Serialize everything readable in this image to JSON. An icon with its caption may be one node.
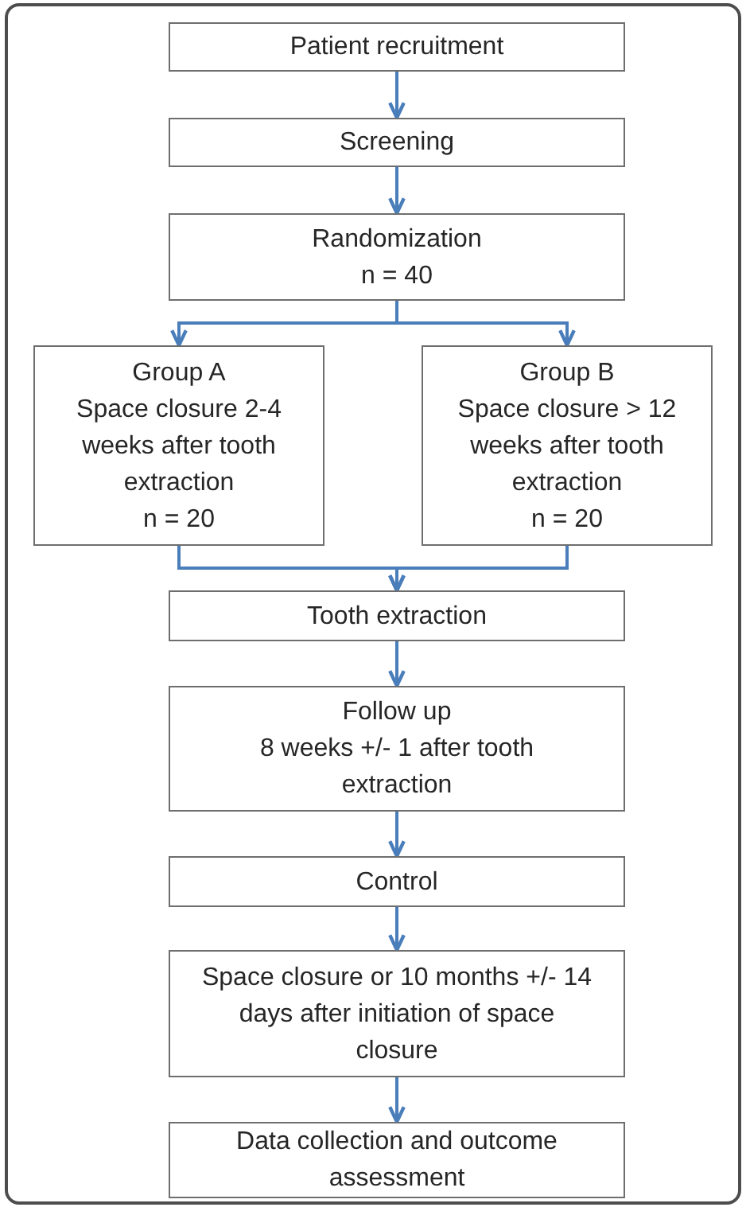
{
  "diagram": {
    "nodes": [
      {
        "text": [
          "Patient recruitment"
        ]
      },
      {
        "text": [
          "Screening"
        ]
      },
      {
        "text": [
          "Randomization",
          "n = 40"
        ]
      },
      {
        "text": [
          "Group A",
          "Space closure 2-4 weeks after tooth extraction",
          "n = 20"
        ]
      },
      {
        "text": [
          "Group B",
          "Space closure > 12 weeks after tooth extraction",
          "n = 20"
        ]
      },
      {
        "text": [
          "Tooth extraction"
        ]
      },
      {
        "text": [
          "Follow up",
          "8 weeks +/- 1 after tooth extraction"
        ]
      },
      {
        "text": [
          "Control"
        ]
      },
      {
        "text": [
          "Space closure or 10 months +/- 14 days after initiation of space closure"
        ]
      },
      {
        "text": [
          "Data collection and outcome assessment"
        ]
      }
    ],
    "edges": [
      {
        "from": 0,
        "to": 1,
        "arrow": "to"
      },
      {
        "from": 1,
        "to": 2,
        "arrow": "to"
      },
      {
        "from": 2,
        "to": 3,
        "arrow": "to"
      },
      {
        "from": 2,
        "to": 4,
        "arrow": "to"
      },
      {
        "from": 3,
        "to": 5,
        "arrow": "to"
      },
      {
        "from": 4,
        "to": 5,
        "arrow": "to"
      },
      {
        "from": 5,
        "to": 6,
        "arrow": "to"
      },
      {
        "from": 6,
        "to": 7,
        "arrow": "to"
      },
      {
        "from": 7,
        "to": 8,
        "arrow": "to"
      },
      {
        "from": 8,
        "to": 9,
        "arrow": "to"
      }
    ]
  }
}
